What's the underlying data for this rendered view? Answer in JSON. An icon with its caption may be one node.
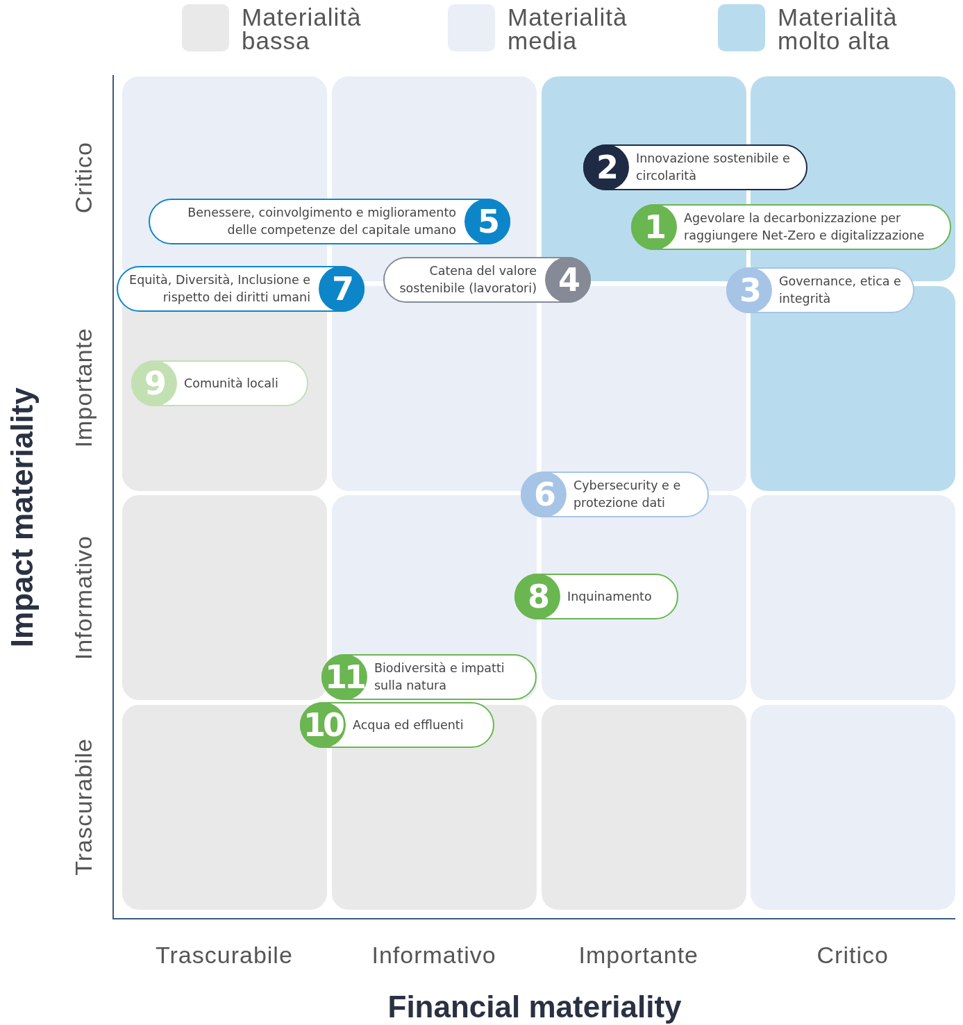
{
  "diagram": {
    "nodes": [
      {
        "text": [
          "2",
          "Innovazione sostenibile e circolarità"
        ]
      },
      {
        "text": [
          "Benessere, coinvolgimento e miglioramento delle competenze del capitale umano",
          "5"
        ]
      },
      {
        "text": [
          "1",
          "Agevolare la decarbonizzazione per raggiungere Net-Zero e digitalizzazione"
        ]
      },
      {
        "text": [
          "Equità, Diversità, Inclusione e rispetto dei diritti umani",
          "7"
        ]
      },
      {
        "text": [
          "Catena del valore sostenibile (lavoratori)",
          "4"
        ]
      },
      {
        "text": [
          "3",
          "Governance, etica e integrità"
        ]
      },
      {
        "text": [
          "9",
          "Comunità locali"
        ]
      },
      {
        "text": [
          "6",
          "Cybersecurity e e protezione dati"
        ]
      },
      {
        "text": [
          "8",
          "Inquinamento"
        ]
      },
      {
        "text": [
          "11",
          "Biodiversità e impatti sulla natura"
        ]
      },
      {
        "text": [
          "10",
          "Acqua ed effluenti"
        ]
      }
    ],
    "labels": [
      "Impact materiality",
      "Critico",
      "Importante",
      "Informativo",
      "Trascurabile",
      "Trascurabile",
      "Informativo",
      "Importante",
      "Critico",
      "Financial materiality"
    ],
    "legend": [
      {
        "text": "Materialità bassa",
        "color": "#e9e9e9"
      },
      {
        "text": "Materialità media",
        "color": "#e9eef7"
      },
      {
        "text": "Materialità molto alta",
        "color": "#b8dcee"
      }
    ]
  }
}
